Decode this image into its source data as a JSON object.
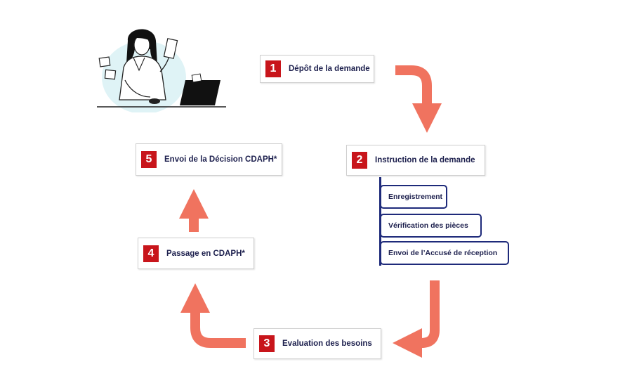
{
  "steps": [
    {
      "number": "1",
      "label": "Dépôt de la demande"
    },
    {
      "number": "2",
      "label": "Instruction de la demande"
    },
    {
      "number": "3",
      "label": "Evaluation des besoins"
    },
    {
      "number": "4",
      "label": "Passage en CDAPH*"
    },
    {
      "number": "5",
      "label": "Envoi de la Décision CDAPH*"
    }
  ],
  "substeps": [
    {
      "label": "Enregistrement"
    },
    {
      "label": "Vérification des pièces"
    },
    {
      "label": "Envoi de l’Accusé de réception"
    }
  ],
  "colors": {
    "number_badge": "#c8151b",
    "arrow": "#f0735f",
    "substep_border": "#1e2a7a",
    "text": "#1c1f4d"
  },
  "illustration": {
    "icon": "woman-at-desk-reading-document-icon"
  }
}
